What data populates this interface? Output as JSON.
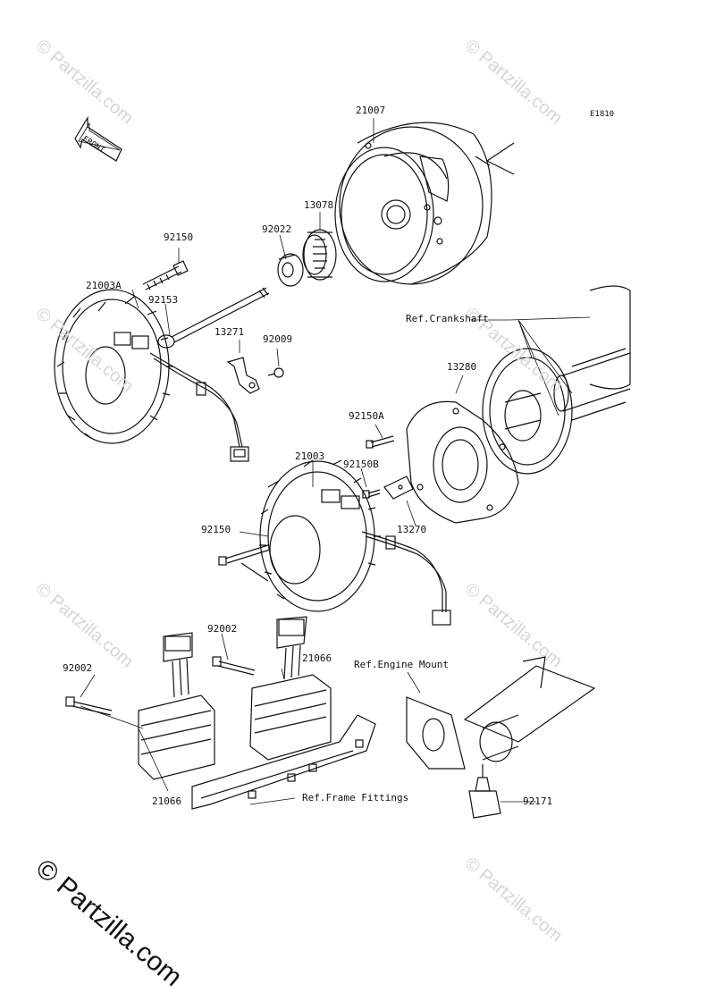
{
  "diagram": {
    "code": "E1810",
    "front_label": "FRONT",
    "parts": [
      {
        "id": "p21007",
        "label": "21007"
      },
      {
        "id": "p13078",
        "label": "13078"
      },
      {
        "id": "p92022",
        "label": "92022"
      },
      {
        "id": "p92150_top",
        "label": "92150"
      },
      {
        "id": "p21003A",
        "label": "21003A"
      },
      {
        "id": "p92153",
        "label": "92153"
      },
      {
        "id": "p13271",
        "label": "13271"
      },
      {
        "id": "p92009",
        "label": "92009"
      },
      {
        "id": "p13280",
        "label": "13280"
      },
      {
        "id": "p92150A",
        "label": "92150A"
      },
      {
        "id": "p21003",
        "label": "21003"
      },
      {
        "id": "p92150B",
        "label": "92150B"
      },
      {
        "id": "p13270",
        "label": "13270"
      },
      {
        "id": "p92150_mid",
        "label": "92150"
      },
      {
        "id": "p92002_top",
        "label": "92002"
      },
      {
        "id": "p21066_top",
        "label": "21066"
      },
      {
        "id": "p92002_left",
        "label": "92002"
      },
      {
        "id": "p21066_bottom",
        "label": "21066"
      },
      {
        "id": "p92171",
        "label": "92171"
      }
    ],
    "references": {
      "crankshaft": "Ref.Crankshaft",
      "engine_mount": "Ref.Engine Mount",
      "frame_fittings": "Ref.Frame Fittings"
    },
    "watermark": "© Partzilla.com",
    "watermark_large": "© Partzilla.com"
  }
}
